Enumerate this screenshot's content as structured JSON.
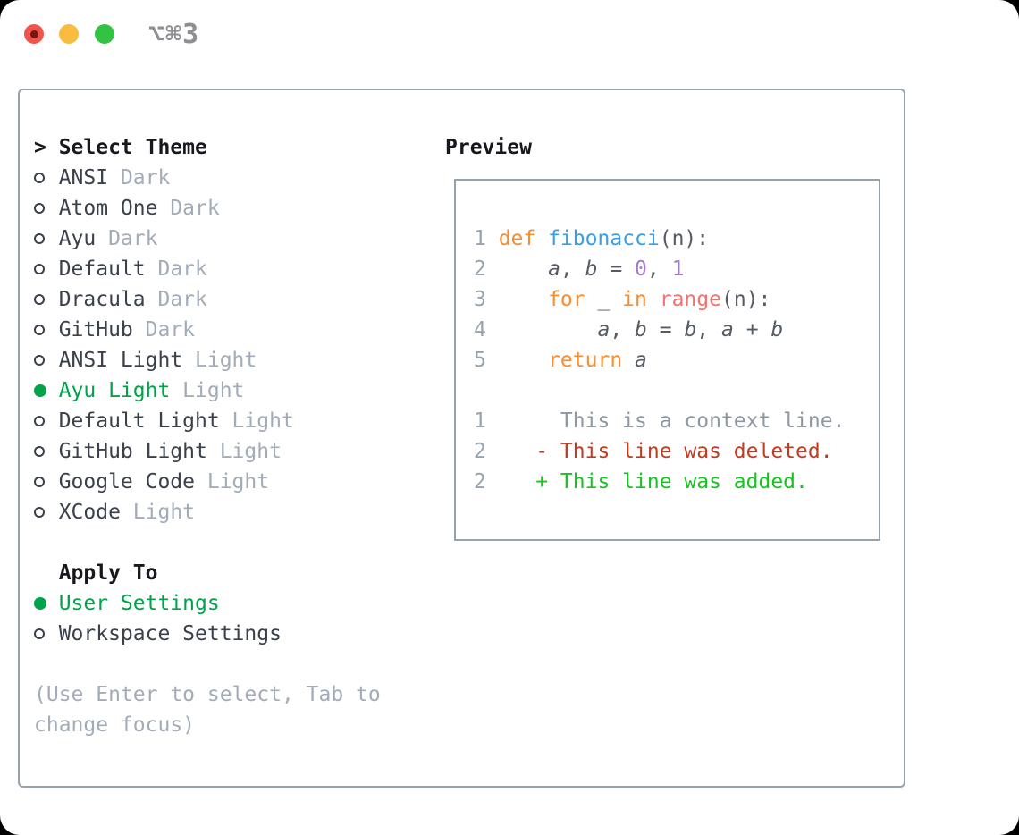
{
  "window": {
    "title": "⌥⌘3",
    "traffic_lights": [
      "close",
      "minimize",
      "zoom"
    ]
  },
  "theme_list": {
    "header_prefix": ">",
    "header": "Select Theme",
    "items": [
      {
        "name": "ANSI",
        "tag": "Dark",
        "selected": false
      },
      {
        "name": "Atom One",
        "tag": "Dark",
        "selected": false
      },
      {
        "name": "Ayu",
        "tag": "Dark",
        "selected": false
      },
      {
        "name": "Default",
        "tag": "Dark",
        "selected": false
      },
      {
        "name": "Dracula",
        "tag": "Dark",
        "selected": false
      },
      {
        "name": "GitHub",
        "tag": "Dark",
        "selected": false
      },
      {
        "name": "ANSI Light",
        "tag": "Light",
        "selected": false
      },
      {
        "name": "Ayu Light",
        "tag": "Light",
        "selected": true
      },
      {
        "name": "Default Light",
        "tag": "Light",
        "selected": false
      },
      {
        "name": "GitHub Light",
        "tag": "Light",
        "selected": false
      },
      {
        "name": "Google Code",
        "tag": "Light",
        "selected": false
      },
      {
        "name": "XCode",
        "tag": "Light",
        "selected": false
      }
    ]
  },
  "apply_to": {
    "header": "Apply To",
    "options": [
      {
        "label": "User Settings",
        "selected": true
      },
      {
        "label": "Workspace Settings",
        "selected": false
      }
    ]
  },
  "help": {
    "lines": [
      "(Use Enter to select, Tab to",
      "change focus)"
    ]
  },
  "preview": {
    "header": "Preview",
    "code_lines": [
      {
        "num": "1",
        "tokens": [
          {
            "t": "def",
            "c": "keyword"
          },
          {
            "t": " ",
            "c": "plain"
          },
          {
            "t": "fibonacci",
            "c": "function"
          },
          {
            "t": "(n):",
            "c": "plain"
          }
        ]
      },
      {
        "num": "2",
        "tokens": [
          {
            "t": "    ",
            "c": "plain"
          },
          {
            "t": "a",
            "c": "variable"
          },
          {
            "t": ", ",
            "c": "plain"
          },
          {
            "t": "b",
            "c": "variable"
          },
          {
            "t": " = ",
            "c": "plain"
          },
          {
            "t": "0",
            "c": "number"
          },
          {
            "t": ", ",
            "c": "plain"
          },
          {
            "t": "1",
            "c": "number"
          }
        ]
      },
      {
        "num": "3",
        "tokens": [
          {
            "t": "    ",
            "c": "plain"
          },
          {
            "t": "for",
            "c": "keyword"
          },
          {
            "t": " _ ",
            "c": "plain"
          },
          {
            "t": "in",
            "c": "keyword"
          },
          {
            "t": " ",
            "c": "plain"
          },
          {
            "t": "range",
            "c": "builtin"
          },
          {
            "t": "(n):",
            "c": "plain"
          }
        ]
      },
      {
        "num": "4",
        "tokens": [
          {
            "t": "        ",
            "c": "plain"
          },
          {
            "t": "a",
            "c": "variable"
          },
          {
            "t": ", ",
            "c": "plain"
          },
          {
            "t": "b",
            "c": "variable"
          },
          {
            "t": " = ",
            "c": "plain"
          },
          {
            "t": "b",
            "c": "variable"
          },
          {
            "t": ", ",
            "c": "plain"
          },
          {
            "t": "a",
            "c": "variable"
          },
          {
            "t": " + ",
            "c": "plain"
          },
          {
            "t": "b",
            "c": "variable"
          }
        ]
      },
      {
        "num": "5",
        "tokens": [
          {
            "t": "    ",
            "c": "plain"
          },
          {
            "t": "return",
            "c": "keyword"
          },
          {
            "t": " ",
            "c": "plain"
          },
          {
            "t": "a",
            "c": "variable"
          }
        ]
      }
    ],
    "diff_lines": [
      {
        "num": "1",
        "text": "     This is a context line.",
        "type": "context"
      },
      {
        "num": "2",
        "text": "   - This line was deleted.",
        "type": "deleted"
      },
      {
        "num": "2",
        "text": "   + This line was added.",
        "type": "added"
      }
    ]
  },
  "colors": {
    "selected_green": "#00a34a",
    "panel_border": "#98a2ad",
    "name_text": "#3a414c",
    "tag_text": "#a2acb8",
    "help_text": "#a2acb8",
    "line_number": "#98a3b0",
    "traffic_red": "#f0544c",
    "traffic_yellow": "#f8bd3e",
    "traffic_green": "#32c244",
    "token": {
      "keyword": "#fa8d2f",
      "function": "#399ee6",
      "builtin": "#f4716f",
      "number": "#a37acc",
      "variable": "#545b63",
      "plain": "#545b63"
    },
    "diff": {
      "context": "#8d98a2",
      "deleted": "#c23a20",
      "added": "#16c420"
    }
  }
}
